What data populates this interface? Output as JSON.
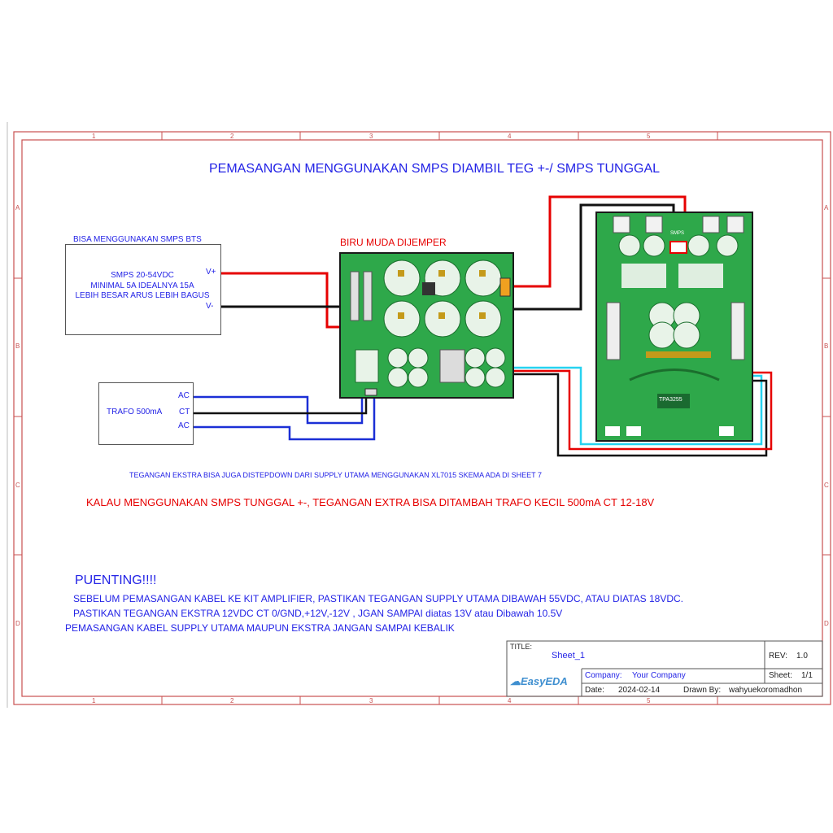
{
  "main_title": "PEMASANGAN MENGGUNAKAN SMPS DIAMBIL TEG +-/ SMPS TUNGGAL",
  "smps_box": {
    "header": "BISA MENGGUNAKAN SMPS BTS",
    "line1": "SMPS 20-54VDC",
    "line2": "MINIMAL 5A IDEALNYA 15A",
    "line3": "LEBIH BESAR ARUS LEBIH BAGUS",
    "vplus": "V+",
    "vminus": "V-"
  },
  "trafo_box": {
    "label": "TRAFO 500mA",
    "ac_top": "AC",
    "ct": "CT",
    "ac_bottom": "AC"
  },
  "psu_board_label": "BIRU MUDA DIJEMPER",
  "amp_board": {
    "chip_label": "TPA3255",
    "smps_label": "SMPS"
  },
  "note_stepdown": "TEGANGAN EKSTRA BISA JUGA DISTEPDOWN DARI SUPPLY UTAMA MENGGUNAKAN XL7015 SKEMA ADA DI SHEET 7",
  "note_single": "KALAU MENGGUNAKAN  SMPS TUNGGAL +-, TEGANGAN EXTRA BISA DITAMBAH TRAFO KECIL 500mA CT 12-18V",
  "important": {
    "title": "PUENTING!!!!",
    "line1": "SEBELUM PEMASANGAN KABEL KE KIT AMPLIFIER, PASTIKAN TEGANGAN SUPPLY UTAMA DIBAWAH 55VDC, ATAU DIATAS 18VDC.",
    "line2": "PASTIKAN TEGANGAN EKSTRA 12VDC CT 0/GND,+12V,-12V , JGAN SAMPAI diatas 13V atau Dibawah 10.5V",
    "line3": "PEMASANGAN KABEL SUPPLY UTAMA MAUPUN EKSTRA JANGAN SAMPAI KEBALIK"
  },
  "title_block": {
    "title_label": "TITLE:",
    "title_value": "Sheet_1",
    "rev_label": "REV:",
    "rev_value": "1.0",
    "logo": "EasyEDA",
    "company_label": "Company:",
    "company_value": "Your Company",
    "sheet_label": "Sheet:",
    "sheet_value": "1/1",
    "date_label": "Date:",
    "date_value": "2024-02-14",
    "drawn_label": "Drawn By:",
    "drawn_value": "wahyuekoromadhon"
  },
  "frame": {
    "col_labels": [
      "1",
      "2",
      "3",
      "4",
      "5"
    ],
    "row_labels": [
      "A",
      "B",
      "C",
      "D"
    ]
  },
  "colors": {
    "frame": "#c85050",
    "wire_red": "#e60000",
    "wire_black": "#111111",
    "wire_blue": "#1b2fd6",
    "wire_cyan": "#27d2f0",
    "pcb_green": "#2ea84a",
    "text_blue": "#2323e6"
  }
}
